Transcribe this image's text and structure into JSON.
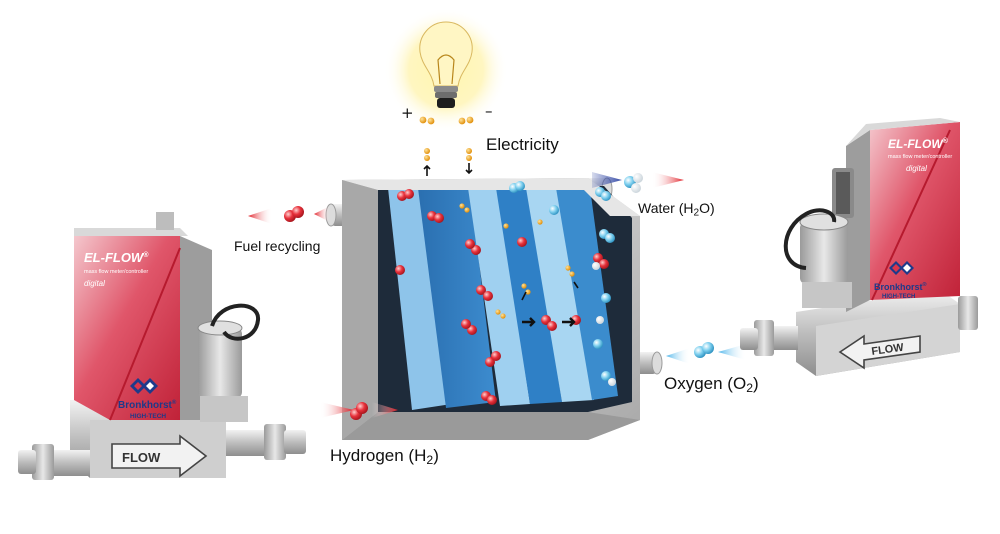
{
  "labels": {
    "electricity": "Electricity",
    "fuel_recycling": "Fuel recycling",
    "water_pre": "Water (H",
    "water_sub": "2",
    "water_post": "O)",
    "oxygen_pre": "Oxygen (O",
    "oxygen_sub": "2",
    "oxygen_post": ")",
    "hydrogen_pre": "Hydrogen (H",
    "hydrogen_sub": "2",
    "hydrogen_post": ")",
    "plus": "+",
    "minus": "–"
  },
  "devices": {
    "left": {
      "model": "EL-FLOW",
      "model_mark": "®",
      "subtitle": "mass flow meter/controller",
      "digital": "digital",
      "brand": "Bronkhorst",
      "brand_mark": "®",
      "brand_sub": "HIGH-TECH",
      "flow_text": "FLOW"
    },
    "right": {
      "model": "EL-FLOW",
      "model_mark": "®",
      "subtitle": "mass flow meter/controller",
      "digital": "digital",
      "brand": "Bronkhorst",
      "brand_mark": "®",
      "brand_sub": "HIGH-TECH",
      "flow_text": "FLOW"
    }
  },
  "colors": {
    "device_red": "#d9354a",
    "membrane_blue": "#2f7fc4",
    "light_blue": "#8fc4e8",
    "metal": "#c8c8c8",
    "hydrogen_molecule": "#e8323c",
    "oxygen_molecule": "#5bc0e6",
    "electron": "#f2a01b",
    "bulb_glow": "#fff3a0"
  }
}
